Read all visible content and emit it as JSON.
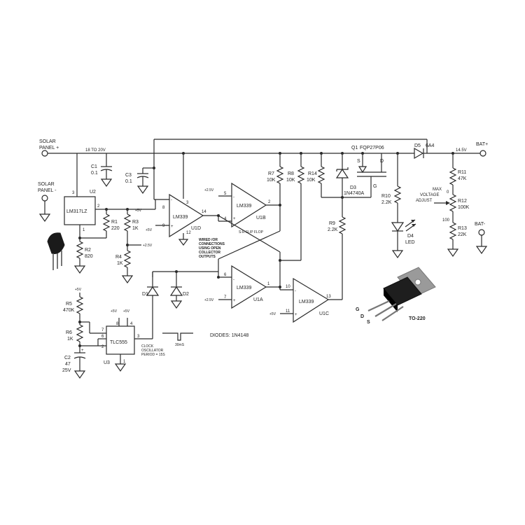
{
  "terminals": {
    "solar_pos": [
      "SOLAR",
      "PANEL +"
    ],
    "solar_neg": [
      "SOLAR",
      "PANEL -"
    ],
    "bat_pos": "BAT+",
    "bat_neg": "BAT-"
  },
  "rail_labels": {
    "input_voltage": "18 TO 20V",
    "output_voltage": "14.5V"
  },
  "capacitors": {
    "c1": {
      "ref": "C1",
      "value": "0.1"
    },
    "c3": {
      "ref": "C3",
      "value": "0.1"
    },
    "c2": {
      "ref": "C2",
      "value": "47",
      "rating": "25V"
    }
  },
  "resistors": {
    "r1": {
      "ref": "R1",
      "value": "220"
    },
    "r2": {
      "ref": "R2",
      "value": "820"
    },
    "r3": {
      "ref": "R3",
      "value": "1K"
    },
    "r4": {
      "ref": "R4",
      "value": "1K"
    },
    "r5": {
      "ref": "R5",
      "value": "470K"
    },
    "r6": {
      "ref": "R6",
      "value": "1K"
    },
    "r7": {
      "ref": "R7",
      "value": "10K"
    },
    "r8": {
      "ref": "R8",
      "value": "10K"
    },
    "r9": {
      "ref": "R9",
      "value": "2.2K"
    },
    "r10": {
      "ref": "R10",
      "value": "2.2K"
    },
    "r11": {
      "ref": "R11",
      "value": "47K"
    },
    "r12": {
      "ref": "R12",
      "value": "100K"
    },
    "r13": {
      "ref": "R13",
      "value": "22K"
    },
    "r14": {
      "ref": "R14",
      "value": "10K"
    }
  },
  "regulator": {
    "name": "LM317LZ",
    "ref": "U2",
    "pins": [
      "3",
      "2",
      "1"
    ]
  },
  "timer": {
    "name": "TLC555",
    "ref": "U3",
    "pins": [
      "7",
      "6",
      "2",
      "8",
      "4",
      "3",
      "1"
    ]
  },
  "comparators": {
    "u1d": {
      "name": "LM339",
      "ref": "U1D",
      "pins": [
        "8",
        "3",
        "9",
        "14",
        "12"
      ]
    },
    "u1b": {
      "name": "LM339",
      "ref": "U1B",
      "pins": [
        "5",
        "4",
        "2"
      ]
    },
    "u1a": {
      "name": "LM339",
      "ref": "U1A",
      "pins": [
        "6",
        "7",
        "1"
      ]
    },
    "u1c": {
      "name": "LM339",
      "ref": "U1C",
      "pins": [
        "10",
        "11",
        "13"
      ]
    }
  },
  "supply_labels": {
    "plus5v": "+5V",
    "plus2_5v": "+2.5V"
  },
  "diodes": {
    "d1": "D1",
    "d2": "D2",
    "d3": {
      "ref": "D3",
      "part": "1N4740A"
    },
    "d4": {
      "ref": "D4",
      "part": "LED"
    },
    "d5": {
      "ref": "D5",
      "part": "6A4"
    },
    "note": "DIODES: 1N4148"
  },
  "mosfet": {
    "ref": "Q1",
    "part": "FQP27P06",
    "pins": [
      "S",
      "D",
      "G"
    ]
  },
  "package": {
    "name": "TO-220",
    "pins": [
      "G",
      "D",
      "S"
    ]
  },
  "annotations": {
    "sr_flip_flop": "S-R FLIP FLOP",
    "wired_or": [
      "WIRED /OR",
      "CONNECTIONS",
      "USING OPEN",
      "COLLECTOR",
      "OUTPUTS"
    ],
    "clock": [
      "CLOCK",
      "OSCILLATOR",
      "PERIOD = 15S"
    ],
    "pulse": "30mS",
    "max_voltage": [
      "MAX",
      "VOLTAGE",
      "ADJUST"
    ],
    "pot_end_0": "0",
    "pot_end_100": "100"
  },
  "colors": {
    "wire": "#2a2a2a",
    "background": "#ffffff",
    "package_tab": "#9a9a9a",
    "package_body": "#1e1e1e"
  }
}
